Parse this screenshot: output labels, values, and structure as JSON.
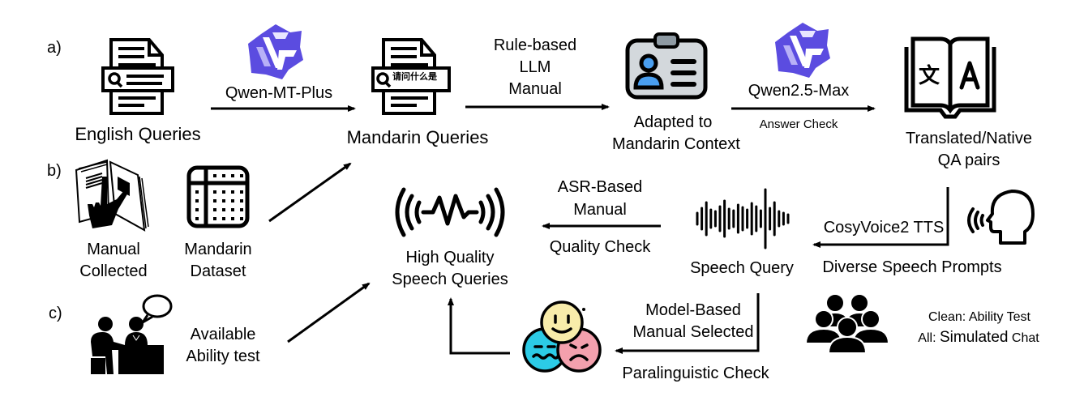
{
  "sections": {
    "a": "a)",
    "b": "b)",
    "c": "c)"
  },
  "nodes": {
    "english_queries": "English Queries",
    "mandarin_queries": "Mandarin Queries",
    "mandarin_query_text": "请问什么是",
    "adapted_line1": "Adapted to",
    "adapted_line2": "Mandarin Context",
    "qa_line1": "Translated/Native",
    "qa_line2": "QA pairs",
    "manual_line1": "Manual",
    "manual_line2": "Collected",
    "dataset_line1": "Mandarin",
    "dataset_line2": "Dataset",
    "hq_line1": "High Quality",
    "hq_line2": "Speech Queries",
    "speech_query": "Speech Query",
    "available_line1": "Available",
    "available_line2": "Ability test",
    "crowd_line1": "Clean: Ability Test",
    "crowd_line2_prefix": "All:",
    "crowd_line2_main": "Simulated",
    "crowd_line2_suffix": "Chat"
  },
  "edges": {
    "mt": "Qwen-MT-Plus",
    "rule_1": "Rule-based",
    "rule_2": "LLM",
    "rule_3": "Manual",
    "qwen_max": "Qwen2.5-Max",
    "answer_check": "Answer Check",
    "tts": "CosyVoice2 TTS",
    "diverse": "Diverse Speech Prompts",
    "asr_1": "ASR-Based",
    "asr_2": "Manual",
    "quality_check": "Quality Check",
    "model_1": "Model-Based",
    "model_2": "Manual Selected",
    "paraling": "Paralinguistic Check"
  },
  "colors": {
    "qwen_purple": "#5b4ce0",
    "qwen_light": "#8b80f0",
    "id_card_bg": "#d3d8dc",
    "id_person_blue": "#4a9ff0",
    "id_clip": "#8e9aa3",
    "happy_yellow": "#f8ecaa",
    "worried_cyan": "#2ccbe6",
    "angry_pink": "#f3a0ad"
  }
}
